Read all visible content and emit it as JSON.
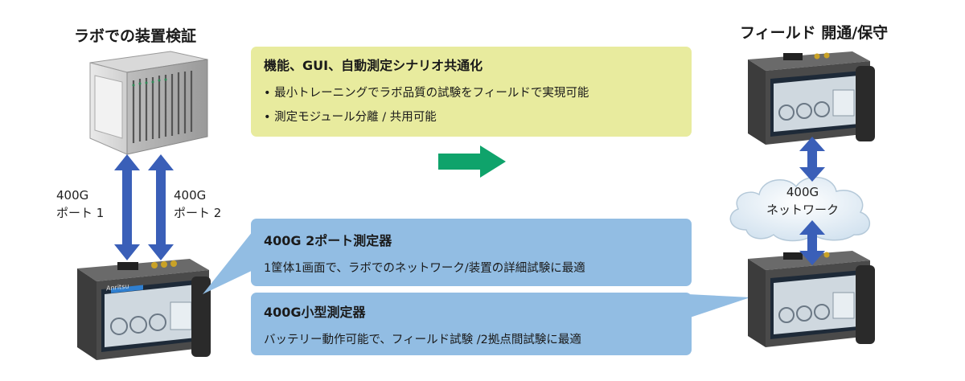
{
  "left_title": "ラボでの装置検証",
  "right_title": "フィールド 開通/保守",
  "port1": {
    "line1": "400G",
    "line2": "ポート 1"
  },
  "port2": {
    "line1": "400G",
    "line2": "ポート 2"
  },
  "features_box": {
    "heading": "機能、GUI、自動測定シナリオ共通化",
    "bullets": [
      "最小トレーニングでラボ品質の試験をフィールドで実現可能",
      "測定モジュール分離 / 共用可能"
    ]
  },
  "tester_2port_box": {
    "heading": "400G 2ポート測定器",
    "text": "1筐体1画面で、ラボでのネットワーク/装置の詳細試験に最適"
  },
  "tester_compact_box": {
    "heading": "400G小型測定器",
    "text": "バッテリー動作可能で、フィールド試験 /2拠点間試験に最適"
  },
  "network_cloud": {
    "line1": "400G",
    "line2": "ネットワーク"
  },
  "colors": {
    "arrow_blue": "#3a5fb8",
    "arrow_green": "#0fa36b",
    "box_yellow": "#e8eb9e",
    "box_blue": "#92bde3"
  },
  "device_brand": "Anritsu"
}
